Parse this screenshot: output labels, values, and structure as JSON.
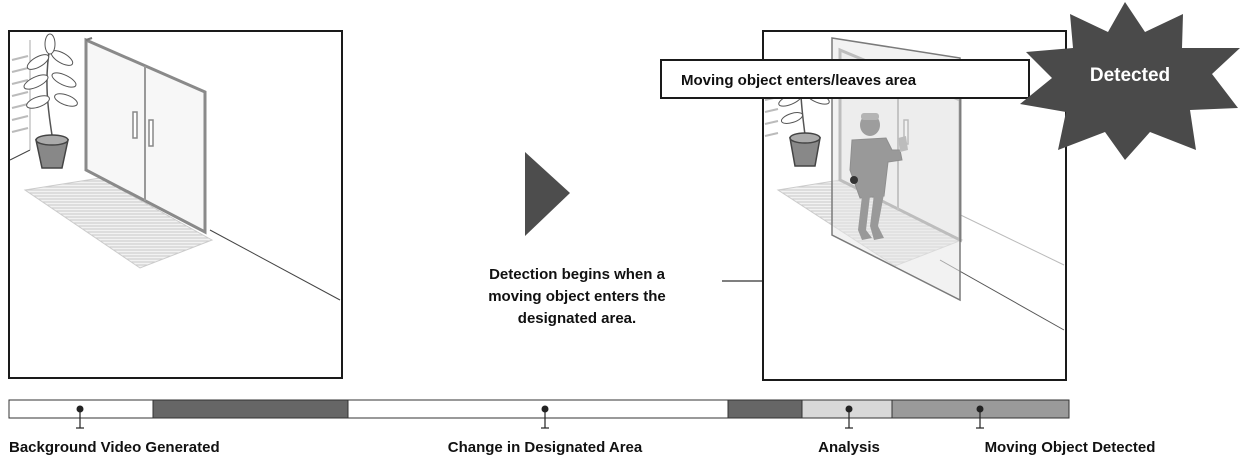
{
  "callout": "Moving object enters/leaves area",
  "badge": "Detected",
  "note": [
    "Detection begins when a",
    "moving object enters the",
    "designated area."
  ],
  "timeline": {
    "labels": {
      "background": "Background Video Generated",
      "change": "Change in Designated Area",
      "analysis": "Analysis",
      "detected": "Moving Object Detected"
    }
  },
  "colors": {
    "dark_segment": "#666666",
    "light_segment": "#d8d8d8",
    "mid_segment": "#9a9a9a",
    "badge": "#4a4a4a",
    "arrow": "#4d4d4d"
  },
  "icons": [
    "potted-plant-icon",
    "glass-door-icon",
    "door-mat-icon",
    "play-arrow-icon",
    "person-icon",
    "starburst-icon"
  ]
}
